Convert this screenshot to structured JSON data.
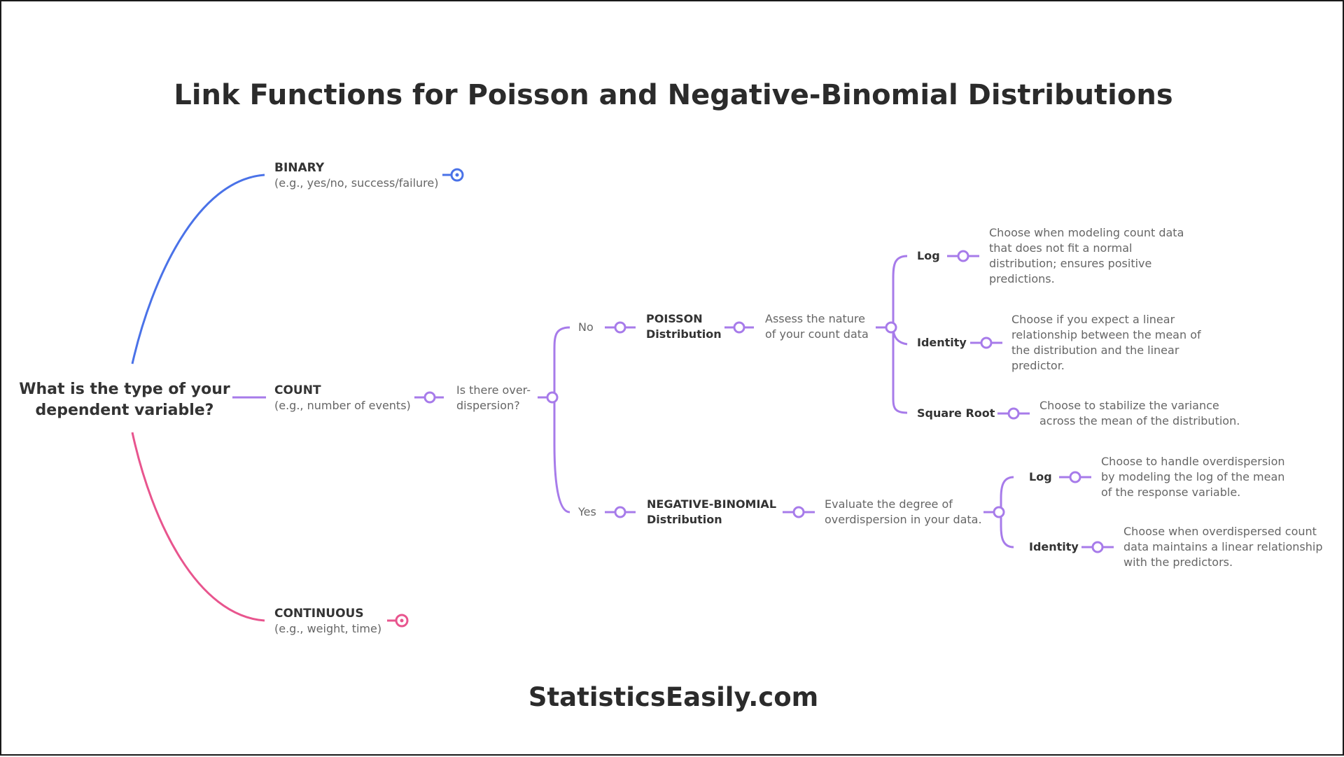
{
  "title": "Link Functions for Poisson and Negative-Binomial Distributions",
  "footer": "StatisticsEasily.com",
  "colors": {
    "binary": "#4a72e8",
    "count": "#a77bea",
    "continuous": "#e8558e"
  },
  "root": {
    "line1": "What is the type of your",
    "line2": "dependent variable?"
  },
  "binary": {
    "label": "BINARY",
    "sub": "(e.g., yes/no, success/failure)"
  },
  "count": {
    "label": "COUNT",
    "sub": "(e.g., number of events)"
  },
  "continuous": {
    "label": "CONTINUOUS",
    "sub": "(e.g., weight, time)"
  },
  "question": {
    "line1": "Is there over-",
    "line2": "dispersion?"
  },
  "no": "No",
  "yes": "Yes",
  "poisson": {
    "name1": "POISSON",
    "name2": "Distribution",
    "step1": "Assess the nature",
    "step2": "of your count data",
    "links": [
      {
        "name": "Log",
        "desc": [
          "Choose when modeling count data",
          "that does not fit a normal",
          "distribution; ensures positive",
          "predictions."
        ]
      },
      {
        "name": "Identity",
        "desc": [
          "Choose if you expect a linear",
          "relationship between the mean of",
          "the distribution and the linear",
          "predictor."
        ]
      },
      {
        "name": "Square Root",
        "desc": [
          "Choose to stabilize the variance",
          "across the mean of the distribution."
        ]
      }
    ]
  },
  "negbin": {
    "name1": "NEGATIVE-BINOMIAL",
    "name2": "Distribution",
    "step1": "Evaluate the degree of",
    "step2": "overdispersion in your data.",
    "links": [
      {
        "name": "Log",
        "desc": [
          "Choose to handle overdispersion",
          "by modeling the log of the mean",
          "of the response variable."
        ]
      },
      {
        "name": "Identity",
        "desc": [
          "Choose when overdispersed count",
          "data maintains a linear relationship",
          "with the predictors."
        ]
      }
    ]
  }
}
